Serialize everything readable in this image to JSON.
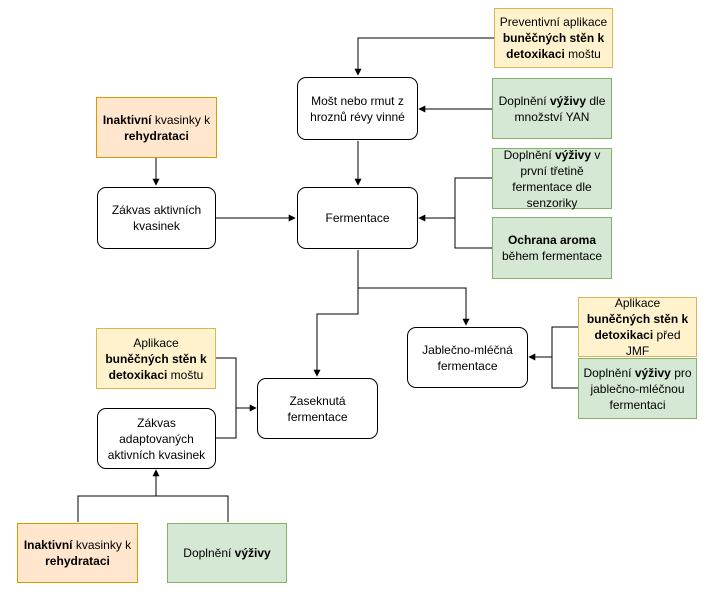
{
  "nodes": {
    "must": "Mošt nebo rmut z hroznů révy vinné",
    "starter": "Zákvas aktivních kvasinek",
    "fermentation": "Fermentace",
    "stuck": "Zaseknutá fermentace",
    "mlf": "Jablečno-mléčná fermentace",
    "adapted": "Zákvas adaptovaných aktivních kvasinek",
    "preventive": [
      {
        "t": "Preventivní aplikace ",
        "b": false
      },
      {
        "t": "buněčných stěn k detoxikaci",
        "b": true
      },
      {
        "t": " moštu",
        "b": false
      }
    ],
    "nutrition_yan": [
      {
        "t": "Doplnění ",
        "b": false
      },
      {
        "t": "výživy",
        "b": true
      },
      {
        "t": " dle množství YAN",
        "b": false
      }
    ],
    "inactive_top": [
      {
        "t": "Inaktivní",
        "b": true
      },
      {
        "t": " kvasinky k ",
        "b": false
      },
      {
        "t": "rehydrataci",
        "b": true
      }
    ],
    "nutrition_third": [
      {
        "t": "Doplnění ",
        "b": false
      },
      {
        "t": "výživy",
        "b": true
      },
      {
        "t": " v první třetině fermentace dle senzoriky",
        "b": false
      }
    ],
    "aroma": [
      {
        "t": "Ochrana aroma",
        "b": true
      },
      {
        "t": " během fermentace",
        "b": false
      }
    ],
    "walls_jmf": [
      {
        "t": "Aplikace ",
        "b": false
      },
      {
        "t": "buněčných stěn k detoxikaci",
        "b": true
      },
      {
        "t": " před JMF",
        "b": false
      }
    ],
    "nutrition_mlf": [
      {
        "t": "Doplnění ",
        "b": false
      },
      {
        "t": "výživy",
        "b": true
      },
      {
        "t": " pro jablečno-mléčnou fermentaci",
        "b": false
      }
    ],
    "walls_must": [
      {
        "t": "Aplikace ",
        "b": false
      },
      {
        "t": "buněčných stěn k detoxikaci",
        "b": true
      },
      {
        "t": " moštu",
        "b": false
      }
    ],
    "inactive_bottom": [
      {
        "t": "Inaktivní",
        "b": true
      },
      {
        "t": " kvasinky k ",
        "b": false
      },
      {
        "t": "rehydrataci",
        "b": true
      }
    ],
    "nutrition_bottom": [
      {
        "t": "Doplnění ",
        "b": false
      },
      {
        "t": "výživy",
        "b": true
      }
    ]
  }
}
